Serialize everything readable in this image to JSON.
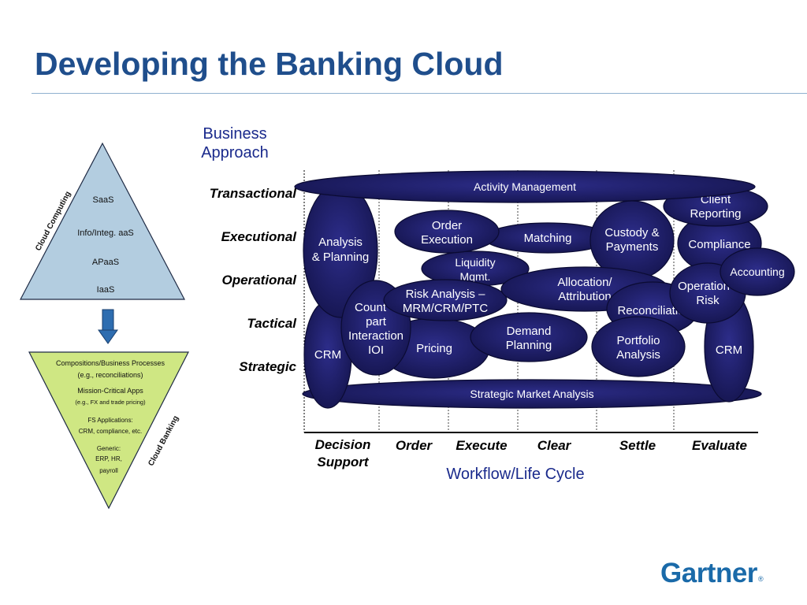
{
  "title": "Developing the Banking Cloud",
  "pyramid_up": {
    "side_label": "Cloud Computing",
    "layers": [
      "SaaS",
      "Info/Integ. aaS",
      "APaaS",
      "IaaS"
    ],
    "fill": "#b3cde0"
  },
  "pyramid_down": {
    "side_label": "Cloud Banking",
    "items": [
      [
        "Compositions/Business Processes",
        "(e.g., reconciliations)"
      ],
      [
        "Mission-Critical Apps",
        "(e.g., FX and trade pricing)"
      ],
      [
        "FS Applications:",
        "CRM, compliance, etc."
      ],
      [
        "Generic:",
        "ERP, HR,",
        "payroll"
      ]
    ],
    "fill": "#cfe783"
  },
  "y_axis": {
    "title": [
      "Business",
      "Approach"
    ],
    "levels": [
      "Transactional",
      "Executional",
      "Operational",
      "Tactical",
      "Strategic"
    ]
  },
  "x_axis": {
    "title": "Workflow/Life Cycle",
    "stages": [
      [
        "Decision",
        "Support"
      ],
      [
        "Order"
      ],
      [
        "Execute"
      ],
      [
        "Clear"
      ],
      [
        "Settle"
      ],
      [
        "Evaluate"
      ]
    ]
  },
  "bubbles": {
    "activity_management": "Activity Management",
    "strategic_market_analysis": "Strategic Market Analysis",
    "analysis_planning": [
      "Analysis",
      "& Planning"
    ],
    "crm_left": "CRM",
    "order_execution": [
      "Order",
      "Execution"
    ],
    "matching": "Matching",
    "liquidity_mgmt": [
      "Liquidity",
      "Mgmt."
    ],
    "risk_analysis": [
      "Risk Analysis –",
      "MRM/CRM/PTC"
    ],
    "counterpart_interaction": [
      "Count",
      "part",
      "Interaction",
      "IOI"
    ],
    "pricing": "Pricing",
    "demand_planning": [
      "Demand",
      "Planning"
    ],
    "allocation_attribution": [
      "Allocation/",
      "Attribution"
    ],
    "custody_payments": [
      "Custody &",
      "Payments"
    ],
    "client_reporting": [
      "Client",
      "Reporting"
    ],
    "compliance": "Compliance",
    "accounting": "Accounting",
    "operational_risk": [
      "Operation",
      "Risk"
    ],
    "reconciliation": "Reconciliatio",
    "portfolio_analysis": [
      "Portfolio",
      "Analysis"
    ],
    "crm_right": "CRM"
  },
  "colors": {
    "title": "#1f4e8c",
    "bubble_fill": "#1e1e6e",
    "axis_title": "#1a2a8c",
    "gartner": "#1a6aa9"
  },
  "logo": "Gartner",
  "logo_mark": "®"
}
